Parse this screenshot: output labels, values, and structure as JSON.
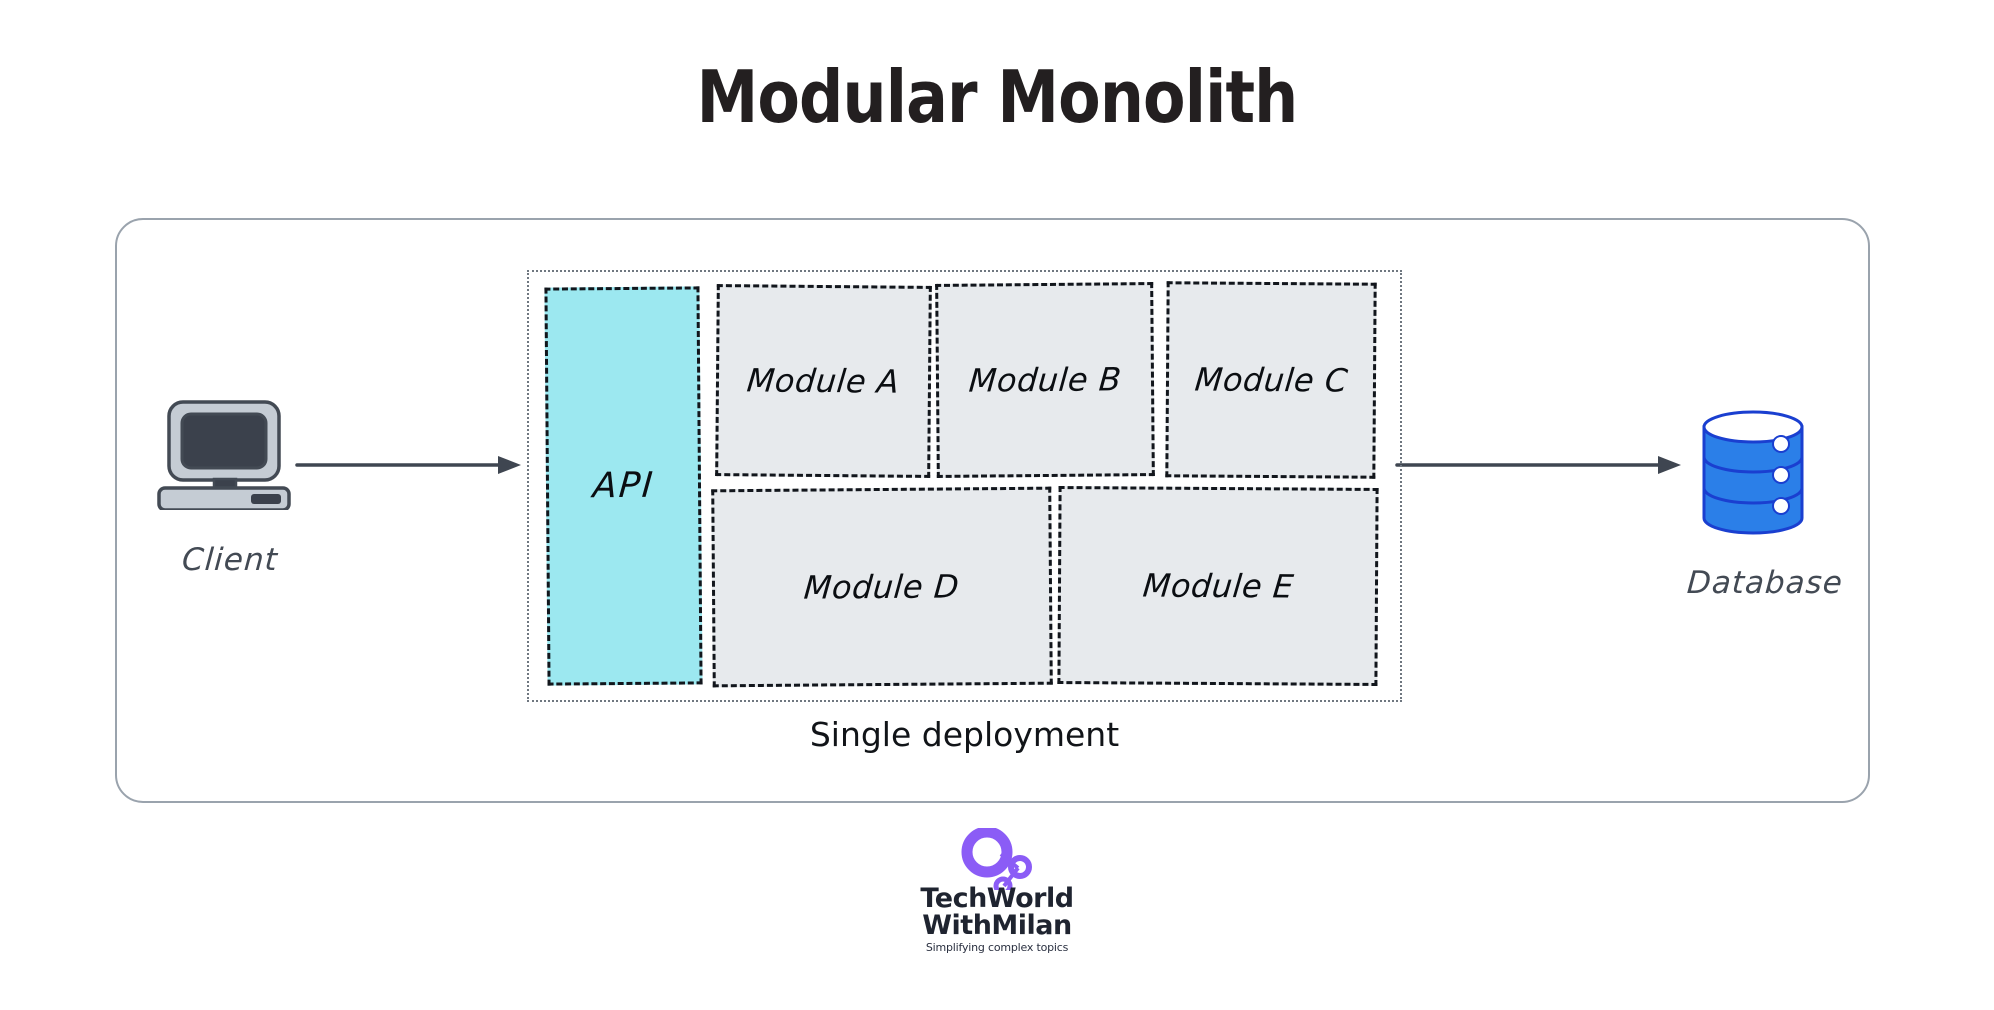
{
  "title": "Modular Monolith",
  "client": {
    "label": "Client",
    "icon": "desktop-computer-icon"
  },
  "database": {
    "label": "Database",
    "icon": "database-cylinder-icon"
  },
  "arrows": [
    {
      "name": "arrow-client-to-api",
      "from": "Client",
      "to": "API",
      "direction": "right"
    },
    {
      "name": "arrow-api-to-database",
      "from": "Single deployment",
      "to": "Database",
      "direction": "right"
    }
  ],
  "deployment": {
    "caption": "Single deployment",
    "boundary_style": "dotted"
  },
  "boxes": [
    {
      "id": "api",
      "label": "API",
      "fill": "#9ce8f0",
      "border": "dashed"
    },
    {
      "id": "module-a",
      "label": "Module A",
      "fill": "#e7eaed",
      "border": "dashed"
    },
    {
      "id": "module-b",
      "label": "Module B",
      "fill": "#e7eaed",
      "border": "dashed"
    },
    {
      "id": "module-c",
      "label": "Module C",
      "fill": "#e7eaed",
      "border": "dashed"
    },
    {
      "id": "module-d",
      "label": "Module D",
      "fill": "#e7eaed",
      "border": "dashed"
    },
    {
      "id": "module-e",
      "label": "Module E",
      "fill": "#e7eaed",
      "border": "dashed"
    }
  ],
  "footer": {
    "brand_line1": "TechWorld",
    "brand_line2": "WithMilan",
    "tagline": "Simplifying complex topics"
  },
  "colors": {
    "accent_cyan": "#9ce8f0",
    "module_gray": "#e7eaed",
    "stroke_dark": "#12161c",
    "slate": "#434a54",
    "database_blue": "#2b7fe8",
    "database_outline": "#1a3fd0",
    "logo_purple": "#8b5cf6",
    "card_border": "#9aa3ad"
  }
}
